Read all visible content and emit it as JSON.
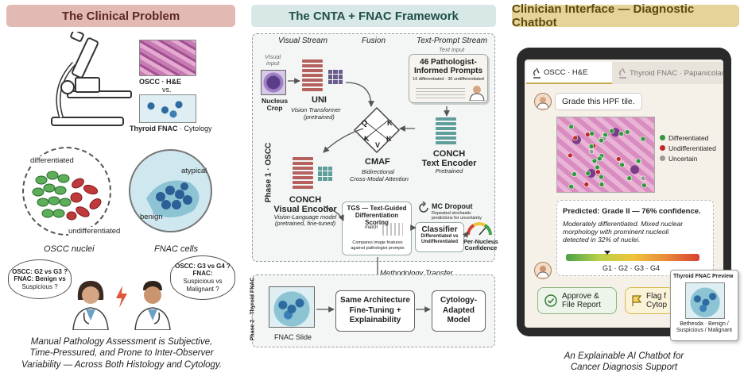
{
  "left": {
    "header": "The Clinical Problem",
    "oscc_he": "OSCC · H&E",
    "vs": "vs.",
    "thyroid_fnac": "Thyroid FNAC",
    "cytology": " · Cytology",
    "differentiated": "differentiated",
    "undifferentiated": "undifferentiated",
    "atypical": "atypical",
    "benign": "benign",
    "oscc_nuclei": "OSCC nuclei",
    "fnac_cells": "FNAC cells",
    "bubble1": {
      "l1": "OSCC: G2 vs G3 ?",
      "l2": "FNAC: Benign vs",
      "l3": "Suspicious ?"
    },
    "bubble2": {
      "l1": "OSCC: G3 vs G4 ?",
      "l2": "FNAC:",
      "l3": "Suspicious vs",
      "l4": "Malignant ?"
    },
    "caption": {
      "l1": "Manual Pathology Assessment is Subjective,",
      "l2": "Time-Pressured, and Prone to Inter-Observer",
      "l3": "Variability — Across Both Histology and Cytology."
    }
  },
  "mid": {
    "header": "The CNTA + FNAC Framework",
    "visual_stream": "Visual Stream",
    "fusion": "Fusion",
    "text_stream": "Text-Prompt Stream",
    "text_input": "Text input",
    "visual_input": {
      "l1": "Visual",
      "l2": "input"
    },
    "nucleus_crop": {
      "l1": "Nucleus",
      "l2": "Crop"
    },
    "prompts_title": {
      "l1": "46 Pathologist-",
      "l2": "Informed Prompts"
    },
    "prompts_sub": "16 differentiated · 30 undifferentiated",
    "uni": "UNI",
    "uni_sub": "Vision Transformer",
    "uni_sub2": "(pretrained)",
    "phase1": "Phase 1 · OSCC",
    "q": "Q",
    "k": "K",
    "v": "V",
    "cmaf": "CMAF",
    "cmaf_sub1": "Bidirectional",
    "cmaf_sub2": "Cross-Modal Attention",
    "conch_text": {
      "l1": "CONCH",
      "l2": "Text Encoder",
      "l3": "Pretrained"
    },
    "conch_visual": {
      "l1": "CONCH",
      "l2": "Visual Encoder",
      "l3": "Vision-Language model",
      "l4": "(pretrained, fine-tuned)"
    },
    "tgs": {
      "l1": "TGS — Text-Guided",
      "l2": "Differentiation Scoring",
      "match": "match",
      "l3": "Compares image features",
      "l4": "against pathologist prompts"
    },
    "mc": {
      "title": "MC Dropout",
      "l1": "Repeated stochastic",
      "l2": "predictions for uncertainty"
    },
    "classifier": {
      "title": "Classifier",
      "l1": "Differentiated vs",
      "l2": "Undifferentiated"
    },
    "per_nucleus": {
      "l1": "Per-Nucleus",
      "l2": "Confidence"
    },
    "methodology": "Methodology Transfer",
    "phase2": "Phase 2 · Thyroid FNAC",
    "fnac_slide": "FNAC Slide",
    "same_arch": {
      "l1": "Same Architecture",
      "l2": "Fine-Tuning +",
      "l3": "Explainability"
    },
    "cyto_model": {
      "l1": "Cytology-",
      "l2": "Adapted",
      "l3": "Model"
    }
  },
  "right": {
    "header": "Clinician Interface — Diagnostic Chatbot",
    "tab1": "OSCC · H&E",
    "tab2": "Thyroid FNAC · Papanicolaou",
    "user_msg": "Grade this HPF tile.",
    "legend": [
      {
        "label": "Differentiated",
        "color": "#2e9a3c"
      },
      {
        "label": "Undifferentiated",
        "color": "#c0282a"
      },
      {
        "label": "Uncertain",
        "color": "#9a9a9a"
      }
    ],
    "predicted": "Predicted: Grade II — 76% confidence.",
    "explain": {
      "l1": "Moderately differentiated. Mixed nuclear",
      "l2": "morphology with prominent nucleoli",
      "l3": "detected in 32% of nuclei."
    },
    "grades": "G1 · G2 · G3 · G4",
    "grade_marker": 0.31,
    "approve": {
      "l1": "Approve &",
      "l2": "File Report"
    },
    "flag": {
      "l1": "Flag f",
      "l2": "Cytop"
    },
    "preview_title": "Thyroid FNAC Preview",
    "preview_cap": {
      "l1": "Bethesda · Benign /",
      "l2": "Suspicious / Malignant"
    },
    "caption": {
      "l1": "An Explainable AI Chatbot for",
      "l2": "Cancer Diagnosis Support"
    }
  },
  "colors": {
    "left_hdr": "#e3b9b4",
    "mid_hdr": "#d8e8e6",
    "right_hdr": "#e6d39a",
    "oscc_pink": "#c46aa4",
    "fnac_blue": "#3a7fb5"
  }
}
